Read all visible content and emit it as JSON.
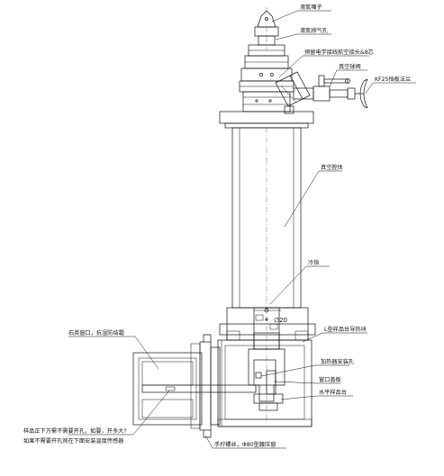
{
  "labels": {
    "nitrogen_nozzle": "液氮嘴子",
    "nitrogen_vent": "液氮排气孔",
    "temp_sensor": "预留电学接线航空接头&8芯",
    "vacuum_valve": "真空球阀",
    "kf25_flange": "KF25挡板法兰",
    "vacuum_jacket": "真空腔体",
    "cold_finger": "冷指",
    "diameter": "∅20",
    "quartz_window": "石英窗口，抗湿防结霜",
    "l_sample": "L型样品台导热块",
    "heater_hole": "加热器安装孔",
    "window_gasket": "窗口盖板",
    "horizontal_stage": "水平样品台",
    "note_line1": "样品正下方需不需要开孔，如要，开多大?",
    "note_line2": "如果不需要开孔则在下面安装温度传感器",
    "bottom_note": "手拧螺丝，Φ80型腰压窗"
  },
  "colors": {
    "line": "#111111",
    "hatch": "#111111",
    "background": "#ffffff"
  }
}
